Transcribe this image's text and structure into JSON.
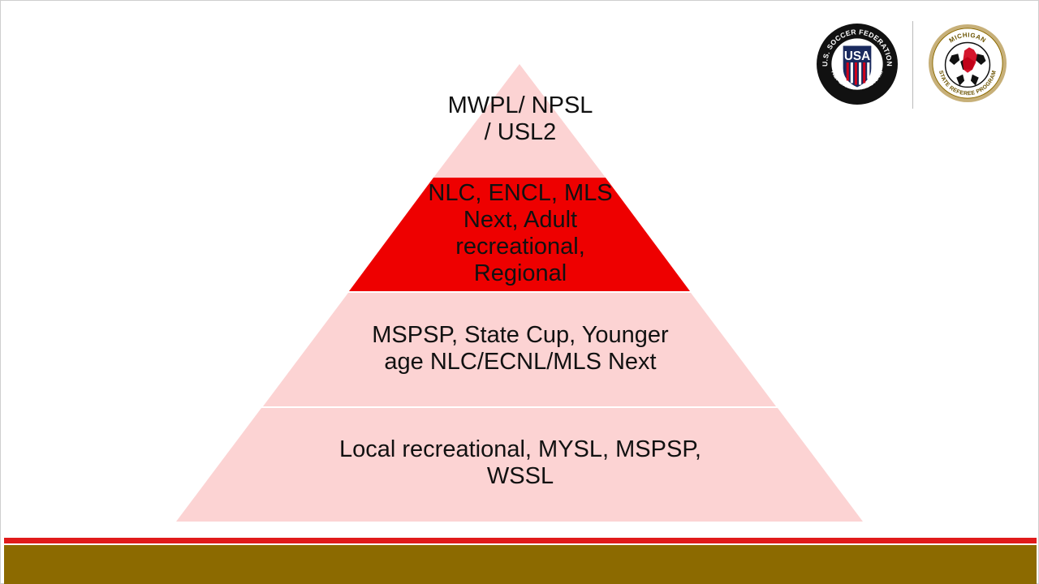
{
  "diagram": {
    "tiers": [
      {
        "label": "MWPL/ NPSL\n/ USL2",
        "fill": "#fcd3d3"
      },
      {
        "label": "NLC, ENCL, MLS\nNext, Adult\nrecreational,\nRegional",
        "fill": "#ee0000"
      },
      {
        "label": "MSPSP, State Cup, Younger\nage NLC/ECNL/MLS Next",
        "fill": "#fcd3d3"
      },
      {
        "label": "Local recreational, MYSL, MSPSP,\nWSSL",
        "fill": "#fcd3d3"
      }
    ]
  },
  "logos": {
    "ussf": {
      "name": "ussf-referee-program-logo",
      "ring_text_top": "U.S. SOCCER FEDERATION",
      "ring_text_bottom": "REFEREE PROGRAM",
      "center_text": "USA"
    },
    "msrp": {
      "name": "michigan-state-referee-program-logo",
      "ring_text_top": "MICHIGAN",
      "ring_text_bottom": "STATE REFEREE PROGRAM"
    }
  },
  "colors": {
    "tier_light": "#fcd3d3",
    "tier_accent": "#ee0000",
    "footer_red": "#e01b1b",
    "footer_gold": "#8c6a00"
  }
}
